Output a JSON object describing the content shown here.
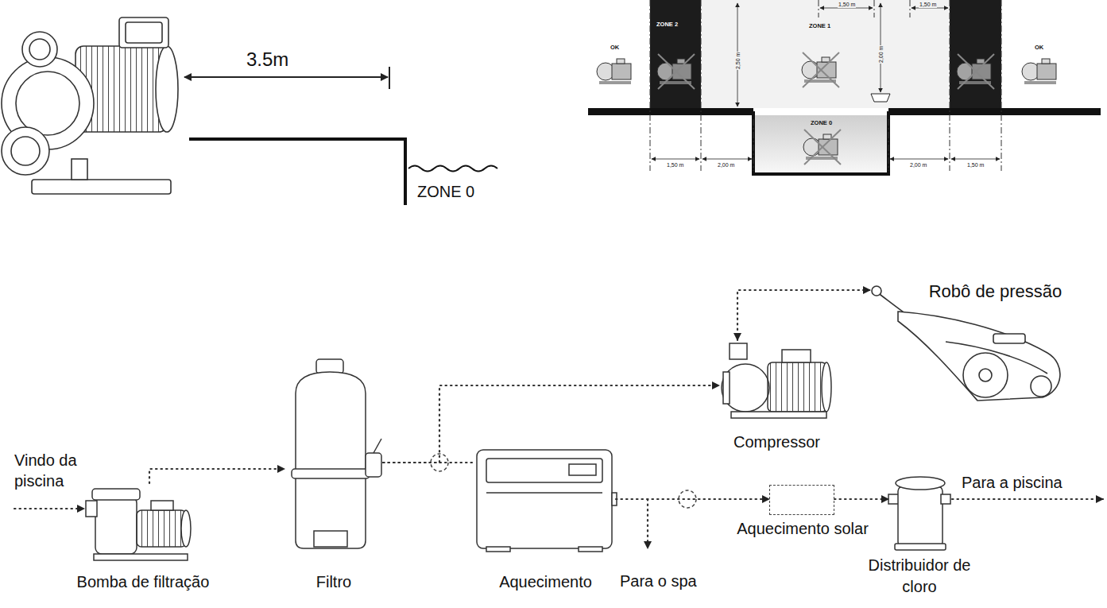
{
  "diagram": {
    "nodes": [
      {
        "text": [
          "Bomba de filtração"
        ]
      },
      {
        "text": [
          "Filtro"
        ]
      },
      {
        "text": [
          "Aquecimento"
        ]
      },
      {
        "text": [
          "Compressor"
        ]
      },
      {
        "text": [
          "Robô de pressão"
        ]
      },
      {
        "text": [
          "Aquecimento solar"
        ]
      },
      {
        "text": [
          "Distribuidor de cloro"
        ]
      }
    ],
    "edges": [
      {
        "from": 0,
        "to": 1,
        "arrow": "to"
      },
      {
        "from": 1,
        "to": 2,
        "arrow": "none"
      },
      {
        "from": 1,
        "to": 3,
        "arrow": "to"
      },
      {
        "from": 3,
        "to": 4,
        "arrow": "both"
      },
      {
        "from": 2,
        "to": 5,
        "arrow": "to"
      },
      {
        "from": 5,
        "to": 6,
        "arrow": "to"
      }
    ],
    "labels": [
      "3.5m",
      "ZONE 0",
      "OK",
      "ZONE 2",
      "ZONE 1",
      "OK",
      "1,50 m",
      "1,50 m",
      "2,50 m",
      "2,00 m",
      "ZONE 0",
      "1,50 m",
      "2,00 m",
      "2,00 m",
      "1,50 m",
      "Vindo da piscina",
      "Para o spa",
      "Para a piscina"
    ]
  }
}
